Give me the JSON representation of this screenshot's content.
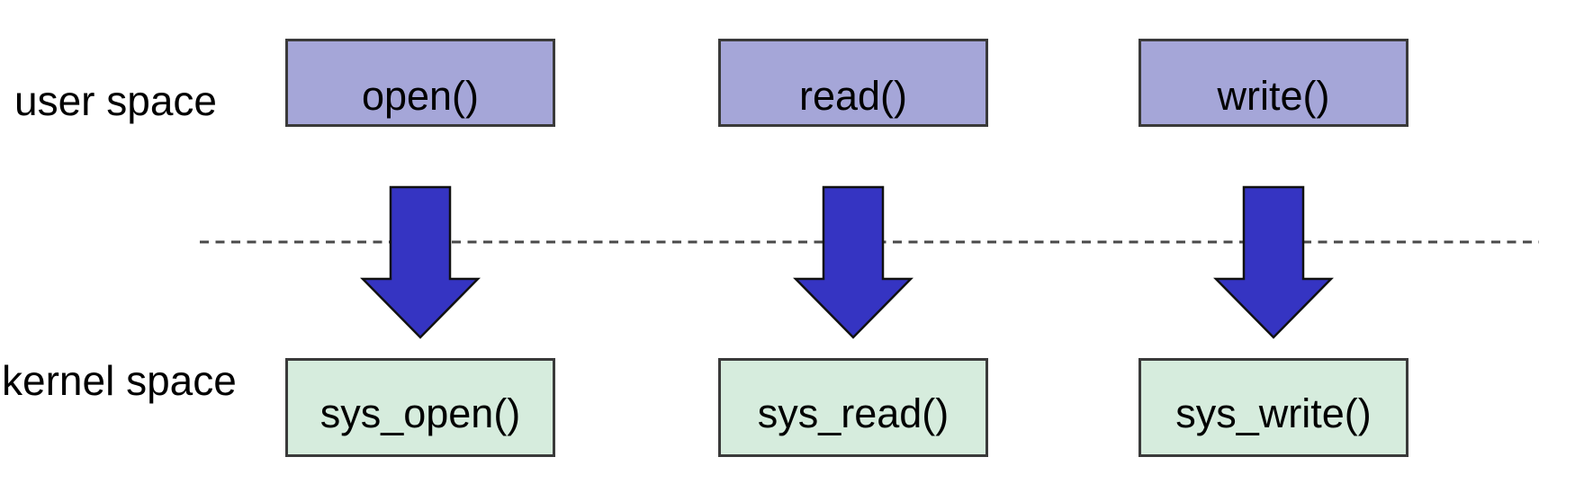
{
  "labels": {
    "user_space": "user space",
    "kernel_space": "kernel space"
  },
  "syscalls": [
    {
      "user_call": "open()",
      "kernel_call": "sys_open()"
    },
    {
      "user_call": "read()",
      "kernel_call": "sys_read()"
    },
    {
      "user_call": "write()",
      "kernel_call": "sys_write()"
    }
  ],
  "colors": {
    "user_box_fill": "#a5a6d8",
    "kernel_box_fill": "#d6ecdd",
    "box_border": "#3a3a3a",
    "arrow_fill": "#3534c2",
    "arrow_border": "#111111",
    "boundary_line": "#4a4a4a",
    "text": "#000000",
    "background": "#ffffff"
  }
}
